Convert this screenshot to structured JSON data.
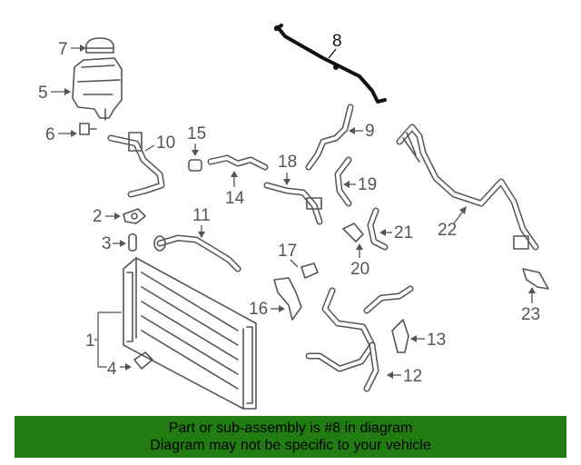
{
  "callouts": {
    "c1": "1",
    "c2": "2",
    "c3": "3",
    "c4": "4",
    "c5": "5",
    "c6": "6",
    "c7": "7",
    "c8": "8",
    "c9": "9",
    "c10": "10",
    "c11": "11",
    "c12": "12",
    "c13": "13",
    "c14": "14",
    "c15": "15",
    "c16": "16",
    "c17": "17",
    "c18": "18",
    "c19": "19",
    "c20": "20",
    "c21": "21",
    "c22": "22",
    "c23": "23"
  },
  "highlighted_part": "8",
  "banner": {
    "line1": "Part or sub-assembly is #8 in diagram",
    "line2": "Diagram may not be specific to your vehicle"
  },
  "colors": {
    "banner_bg": "#217c12",
    "line_art": "#555555",
    "highlight": "#111111"
  }
}
